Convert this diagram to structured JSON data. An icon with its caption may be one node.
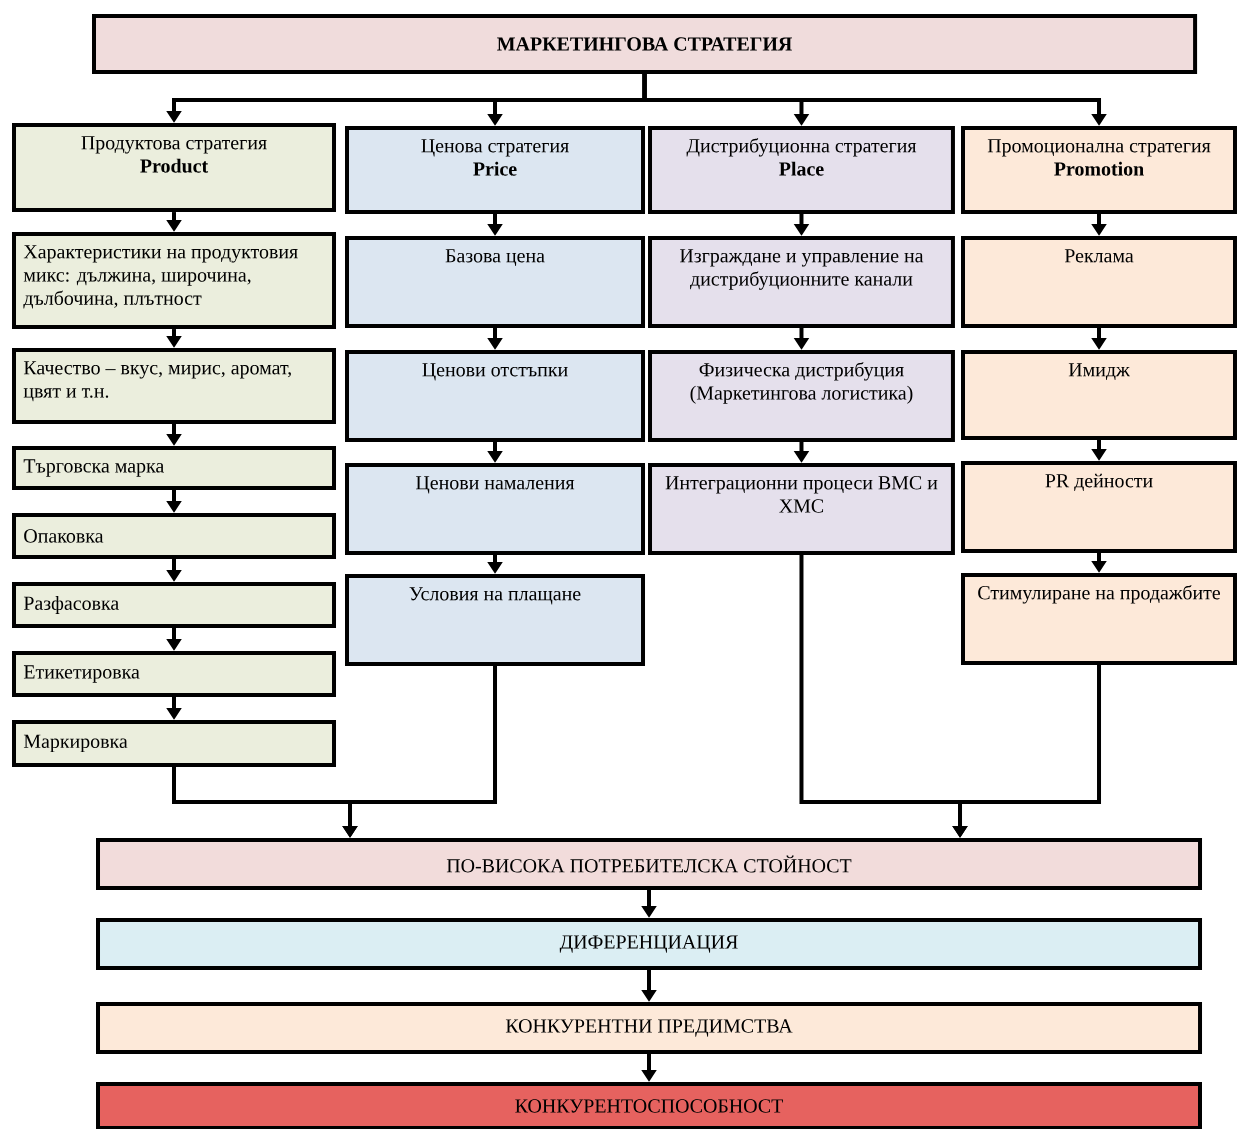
{
  "diagram": {
    "nodes": [
      {
        "text": [
          "МАРКЕТИНГОВА СТРАТЕГИЯ"
        ]
      },
      {
        "text": [
          "Продуктова стратегия",
          "Product"
        ]
      },
      {
        "text": [
          "Характеристики на продуктовия микс: дължина, широчина, дълбочина, плътност"
        ]
      },
      {
        "text": [
          "Качество – вкус, мирис, аромат, цвят и т.н."
        ]
      },
      {
        "text": [
          "Търговска марка"
        ]
      },
      {
        "text": [
          "Опаковка"
        ]
      },
      {
        "text": [
          "Разфасовка"
        ]
      },
      {
        "text": [
          "Етикетировка"
        ]
      },
      {
        "text": [
          "Маркировка"
        ]
      },
      {
        "text": [
          "Ценова стратегия",
          "Price"
        ]
      },
      {
        "text": [
          "Базова цена"
        ]
      },
      {
        "text": [
          "Ценови отстъпки"
        ]
      },
      {
        "text": [
          "Ценови намаления"
        ]
      },
      {
        "text": [
          "Условия на плащане"
        ]
      },
      {
        "text": [
          "Дистрибуционна стратегия",
          "Place"
        ]
      },
      {
        "text": [
          "Изграждане и управление на дистрибуционните канали"
        ]
      },
      {
        "text": [
          "Физическа дистрибуция (Маркетингова логистика)"
        ]
      },
      {
        "text": [
          "Интеграционни процеси ВМС и ХМС"
        ]
      },
      {
        "text": [
          "Промоционална стратегия",
          "Promotion"
        ]
      },
      {
        "text": [
          "Реклама"
        ]
      },
      {
        "text": [
          "Имидж"
        ]
      },
      {
        "text": [
          "PR дейности"
        ]
      },
      {
        "text": [
          "Стимулиране на продажбите"
        ]
      },
      {
        "text": [
          "ПО-ВИСОКА ПОТРЕБИТЕЛСКА СТОЙНОСТ"
        ]
      },
      {
        "text": [
          "ДИФЕРЕНЦИАЦИЯ"
        ]
      },
      {
        "text": [
          "КОНКУРЕНТНИ ПРЕДИМСТВА"
        ]
      },
      {
        "text": [
          "КОНКУРЕНТОСПОСОБНОСТ"
        ]
      }
    ],
    "edges": [
      {
        "from": 0,
        "to": 1,
        "arrow": "to"
      },
      {
        "from": 0,
        "to": 9,
        "arrow": "to"
      },
      {
        "from": 0,
        "to": 14,
        "arrow": "to"
      },
      {
        "from": 0,
        "to": 18,
        "arrow": "to"
      },
      {
        "from": 1,
        "to": 2,
        "arrow": "to"
      },
      {
        "from": 2,
        "to": 3,
        "arrow": "to"
      },
      {
        "from": 3,
        "to": 4,
        "arrow": "to"
      },
      {
        "from": 4,
        "to": 5,
        "arrow": "to"
      },
      {
        "from": 5,
        "to": 6,
        "arrow": "to"
      },
      {
        "from": 6,
        "to": 7,
        "arrow": "to"
      },
      {
        "from": 7,
        "to": 8,
        "arrow": "to"
      },
      {
        "from": 9,
        "to": 10,
        "arrow": "to"
      },
      {
        "from": 10,
        "to": 11,
        "arrow": "to"
      },
      {
        "from": 11,
        "to": 12,
        "arrow": "to"
      },
      {
        "from": 12,
        "to": 13,
        "arrow": "to"
      },
      {
        "from": 14,
        "to": 15,
        "arrow": "to"
      },
      {
        "from": 15,
        "to": 16,
        "arrow": "to"
      },
      {
        "from": 16,
        "to": 17,
        "arrow": "to"
      },
      {
        "from": 18,
        "to": 19,
        "arrow": "to"
      },
      {
        "from": 19,
        "to": 20,
        "arrow": "to"
      },
      {
        "from": 20,
        "to": 21,
        "arrow": "to"
      },
      {
        "from": 21,
        "to": 22,
        "arrow": "to"
      },
      {
        "from": 8,
        "to": 23,
        "arrow": "to"
      },
      {
        "from": 13,
        "to": 23,
        "arrow": "to"
      },
      {
        "from": 17,
        "to": 23,
        "arrow": "to"
      },
      {
        "from": 22,
        "to": 23,
        "arrow": "to"
      },
      {
        "from": 23,
        "to": 24,
        "arrow": "to"
      },
      {
        "from": 24,
        "to": 25,
        "arrow": "to"
      },
      {
        "from": 25,
        "to": 26,
        "arrow": "to"
      }
    ]
  }
}
